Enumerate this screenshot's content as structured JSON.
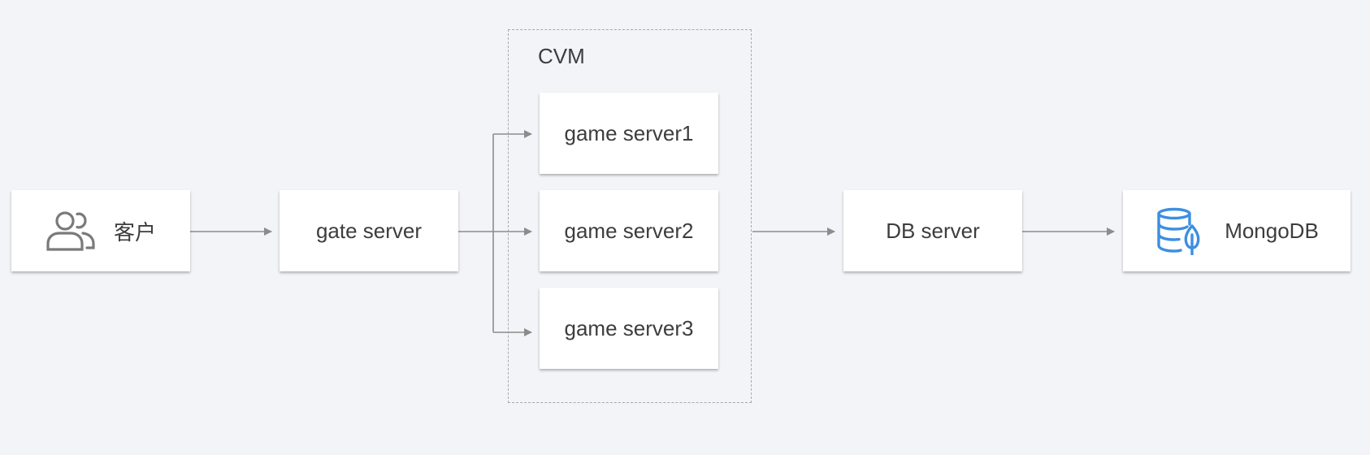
{
  "diagram": {
    "nodes": {
      "client": {
        "label": "客户",
        "icon": "users-icon"
      },
      "gate": {
        "label": "gate server"
      },
      "game1": {
        "label": "game server1"
      },
      "game2": {
        "label": "game server2"
      },
      "game3": {
        "label": "game server3"
      },
      "db": {
        "label": "DB server"
      },
      "mongo": {
        "label": "MongoDB",
        "icon": "mongodb-database-icon"
      }
    },
    "group": {
      "title": "CVM",
      "contains": [
        "game1",
        "game2",
        "game3"
      ]
    },
    "edges": [
      {
        "from": "client",
        "to": "gate"
      },
      {
        "from": "gate",
        "to": "game1"
      },
      {
        "from": "gate",
        "to": "game2"
      },
      {
        "from": "gate",
        "to": "game3"
      },
      {
        "from": "group",
        "to": "db"
      },
      {
        "from": "db",
        "to": "mongo"
      }
    ],
    "colors": {
      "background": "#f3f4f8",
      "node_fill": "#ffffff",
      "edge": "#8c8c8c",
      "text": "#3d3d3d",
      "client_icon": "#7a7a7a",
      "mongo_icon": "#3d8fe0"
    }
  }
}
